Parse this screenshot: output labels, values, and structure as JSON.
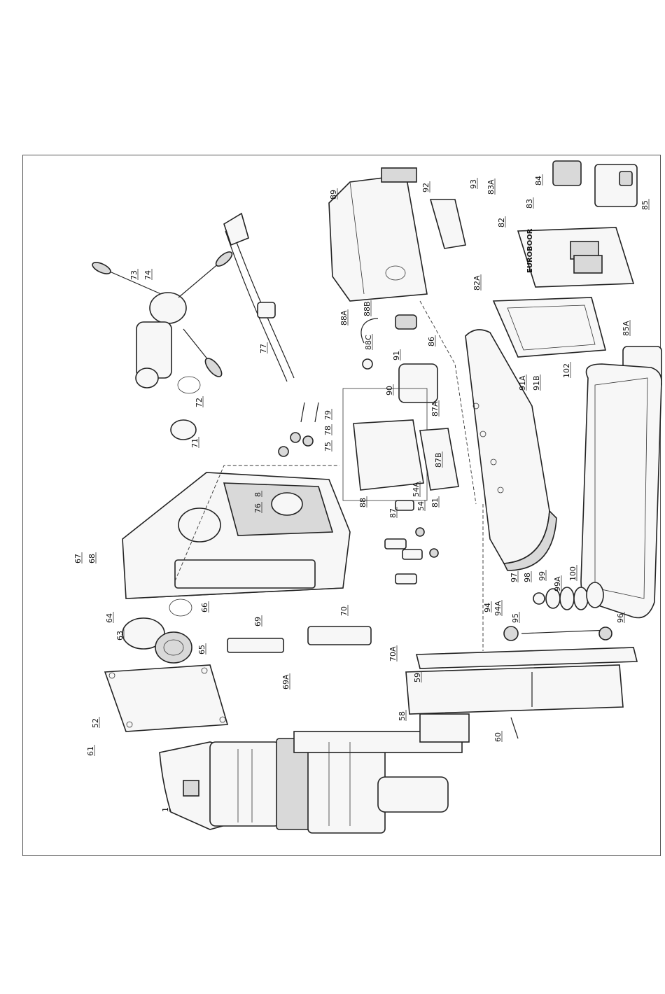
{
  "brand_text": "EUROBOOR",
  "callouts": [
    "1",
    "52",
    "58",
    "59",
    "60",
    "61",
    "63",
    "64",
    "65",
    "66",
    "67",
    "68",
    "69",
    "69A",
    "70",
    "70A",
    "71",
    "72",
    "73",
    "74",
    "75",
    "76",
    "77",
    "78",
    "79",
    "81",
    "82",
    "82A",
    "83",
    "83A",
    "84",
    "85",
    "85A",
    "86",
    "87",
    "87A",
    "87B",
    "88",
    "88A",
    "88B",
    "88C",
    "89",
    "90",
    "91",
    "91A",
    "91B",
    "92",
    "93",
    "94",
    "94A",
    "95",
    "96",
    "97",
    "98",
    "99",
    "99A",
    "100",
    "102",
    "54",
    "54A",
    "8"
  ],
  "colors": {
    "line": "#222222",
    "fill": "#f7f7f7",
    "shade": "#d9d9d9",
    "frame": "#555555"
  }
}
